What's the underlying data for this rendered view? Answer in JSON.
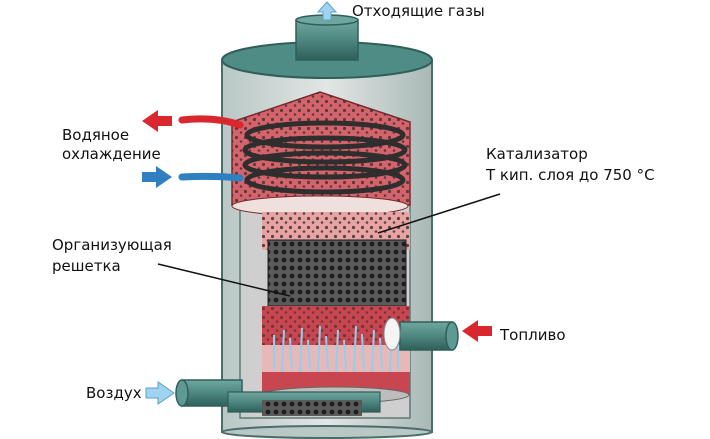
{
  "labels": {
    "exhaust": "Отходящие газы",
    "water_line1": "Водяное",
    "water_line2": "охлаждение",
    "catalyst_line1": "Катализатор",
    "catalyst_line2": "Т кип. слоя до 750 °С",
    "grid_line1": "Организующая",
    "grid_line2": "решетка",
    "fuel": "Топливо",
    "air": "Воздух"
  },
  "colors": {
    "shell_fill": "#dcdcdc",
    "shell_stroke": "#4a6f6a",
    "top_fill": "#4f8c86",
    "bed_red": "#c8464f",
    "bed_pink": "#e8a4a4",
    "hot_outlet": "#d9272e",
    "cold_inlet": "#2f7fc1",
    "air_arrow": "#9fd3ef",
    "flame": "#9ad3f0"
  }
}
